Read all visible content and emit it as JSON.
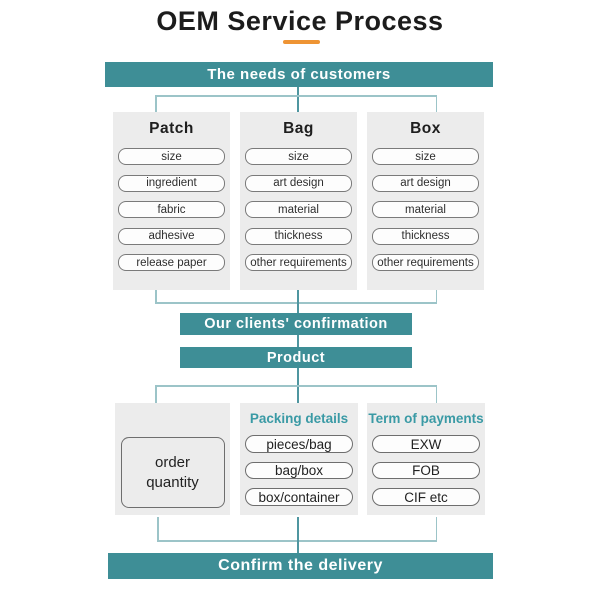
{
  "title": "OEM Service Process",
  "banners": {
    "needs": "The needs of customers",
    "confirmation": "Our clients' confirmation",
    "product": "Product",
    "delivery": "Confirm the delivery"
  },
  "columns": [
    {
      "header": "Patch",
      "items": [
        "size",
        "ingredient",
        "fabric",
        "adhesive",
        "release paper"
      ]
    },
    {
      "header": "Bag",
      "items": [
        "size",
        "art design",
        "material",
        "thickness",
        "other requirements"
      ]
    },
    {
      "header": "Box",
      "items": [
        "size",
        "art design",
        "material",
        "thickness",
        "other requirements"
      ]
    }
  ],
  "bottom": {
    "order_label": "order quantity",
    "packing": {
      "header": "Packing details",
      "items": [
        "pieces/bag",
        "bag/box",
        "box/container"
      ]
    },
    "payments": {
      "header": "Term of payments",
      "items": [
        "EXW",
        "FOB",
        "CIF etc"
      ]
    }
  },
  "colors": {
    "teal": "#3e8e96",
    "orange": "#ee9434",
    "line-light": "#9cc4c8",
    "line-dark": "#4f96a0",
    "panel-gray": "#ececec",
    "header-teal": "#3a9aa5"
  }
}
